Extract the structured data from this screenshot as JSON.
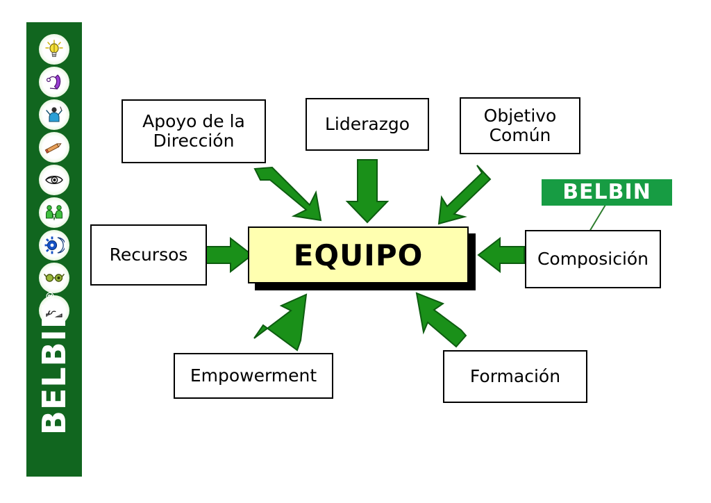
{
  "slide": {
    "title_node": "EQUIPO",
    "background_color": "#ffffff"
  },
  "colors": {
    "sidebar_green": "#11661f",
    "logo_green": "#179c43",
    "arrow_green": "#1a9019",
    "arrow_outline": "#0d5c10",
    "center_fill": "#ffffb0",
    "border_black": "#000000"
  },
  "sidebar": {
    "wordmark": "BELBIN",
    "registered_mark": "®",
    "icons": [
      {
        "name": "lightbulb-icon",
        "label": "Plant / ideas"
      },
      {
        "name": "telephone-icon",
        "label": "Resource Investigator"
      },
      {
        "name": "conductor-icon",
        "label": "Coordinator"
      },
      {
        "name": "pencil-icon",
        "label": "Shaper"
      },
      {
        "name": "eye-icon",
        "label": "Monitor Evaluator"
      },
      {
        "name": "two-people-icon",
        "label": "Teamworker"
      },
      {
        "name": "gear-moon-icon",
        "label": "Implementer"
      },
      {
        "name": "glasses-icon",
        "label": "Completer Finisher"
      },
      {
        "name": "magnifier-icon",
        "label": "Specialist"
      }
    ]
  },
  "logo": {
    "text": "BELBIN"
  },
  "nodes": [
    {
      "id": "apoyo",
      "label": "Apoyo de la Dirección",
      "lines": [
        "Apoyo de la",
        "Dirección"
      ]
    },
    {
      "id": "liderazgo",
      "label": "Liderazgo",
      "lines": [
        "Liderazgo"
      ]
    },
    {
      "id": "objetivo",
      "label": "Objetivo Común",
      "lines": [
        "Objetivo",
        "Común"
      ]
    },
    {
      "id": "recursos",
      "label": "Recursos",
      "lines": [
        "Recursos"
      ]
    },
    {
      "id": "composicion",
      "label": "Composición",
      "lines": [
        "Composición"
      ]
    },
    {
      "id": "empowerment",
      "label": "Empowerment",
      "lines": [
        "Empowerment"
      ]
    },
    {
      "id": "formacion",
      "label": "Formación",
      "lines": [
        "Formación"
      ]
    }
  ],
  "center": {
    "label": "EQUIPO"
  },
  "arrows": [
    {
      "from": "apoyo",
      "to": "center",
      "direction": "down-right"
    },
    {
      "from": "liderazgo",
      "to": "center",
      "direction": "down"
    },
    {
      "from": "objetivo",
      "to": "center",
      "direction": "down-left"
    },
    {
      "from": "recursos",
      "to": "center",
      "direction": "right"
    },
    {
      "from": "composicion",
      "to": "center",
      "direction": "left"
    },
    {
      "from": "empowerment",
      "to": "center",
      "direction": "up-right"
    },
    {
      "from": "formacion",
      "to": "center",
      "direction": "up-left"
    },
    {
      "from": "logo",
      "to": "composicion",
      "direction": "pointer-thin"
    }
  ]
}
